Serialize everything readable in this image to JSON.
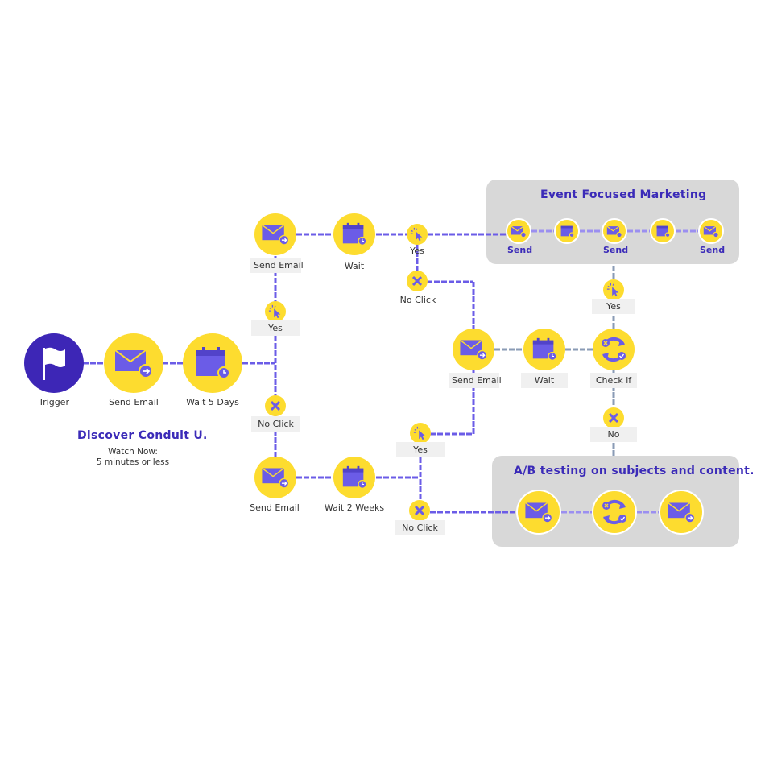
{
  "nodes": {
    "trigger": "Trigger",
    "send_email_1": "Send Email",
    "wait_5_days": "Wait 5 Days",
    "top_send_email": "Send Email",
    "top_wait": "Wait",
    "top_yes": "Yes",
    "top_no_click": "No Click",
    "mid_yes": "Yes",
    "mid_no_click": "No Click",
    "bottom_send_email": "Send Email",
    "bottom_wait": "Wait 2 Weeks",
    "bottom_yes": "Yes",
    "bottom_no_click": "No Click",
    "center_send_email": "Send Email",
    "center_wait": "Wait",
    "check_if": "Check if",
    "check_yes": "Yes",
    "check_no": "No"
  },
  "panels": {
    "event": {
      "title": "Event Focused Marketing",
      "labels": [
        "Send",
        "Send",
        "Send"
      ]
    },
    "ab": {
      "title": "A/B testing on subjects and content."
    }
  },
  "promo": {
    "title": "Discover Conduit U.",
    "line1": "Watch Now:",
    "line2": "5 minutes or less"
  },
  "colors": {
    "yellow": "#fddc2f",
    "purple": "#3d26b6",
    "icon": "#6b5ce7",
    "connector": "#6b5ce7",
    "connector_gray": "#8a9bb5",
    "panel": "#d8d8d8"
  },
  "icons": [
    "flag-icon",
    "email-send-icon",
    "calendar-wait-icon",
    "cursor-click-icon",
    "x-icon",
    "sync-check-icon"
  ]
}
